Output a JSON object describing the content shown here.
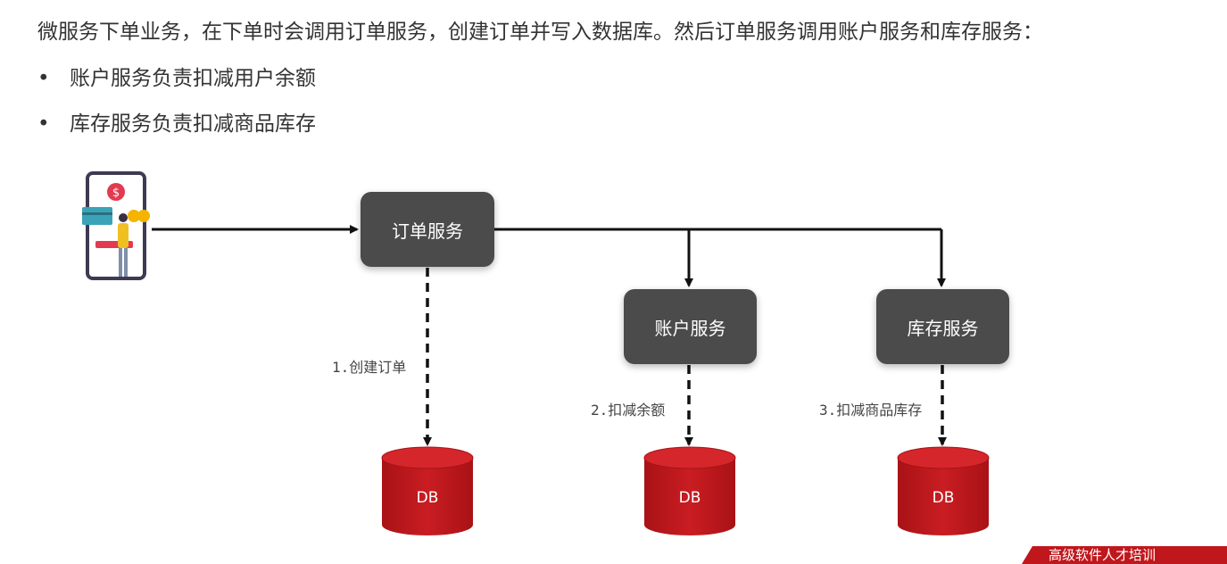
{
  "intro": "微服务下单业务，在下单时会调用订单服务，创建订单并写入数据库。然后订单服务调用账户服务和库存服务：",
  "bullets": [
    "账户服务负责扣减用户余额",
    "库存服务负责扣减商品库存"
  ],
  "bullet_glyph": "•",
  "services": {
    "order": "订单服务",
    "account": "账户服务",
    "stock": "库存服务"
  },
  "steps": [
    "1.创建订单",
    "2.扣减余额",
    "3.扣减商品库存"
  ],
  "db_label": "DB",
  "banner_text": "高级软件人才培训",
  "colors": {
    "service_box": "#4b4b4b",
    "db": "#c0171c",
    "banner": "#c0171c"
  },
  "icons": [
    "mobile-payment-icon"
  ]
}
